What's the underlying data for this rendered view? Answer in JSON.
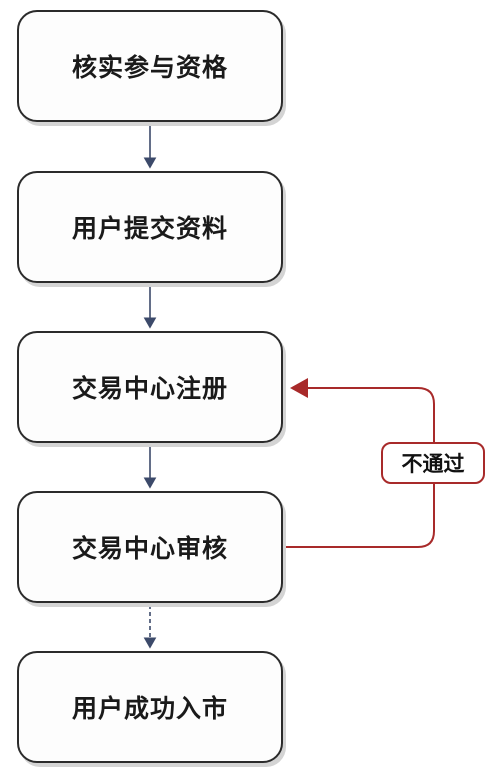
{
  "flow": {
    "steps": [
      {
        "label": "核实参与资格"
      },
      {
        "label": "用户提交资料"
      },
      {
        "label": "交易中心注册"
      },
      {
        "label": "交易中心审核"
      },
      {
        "label": "用户成功入市"
      }
    ],
    "feedback": {
      "label": "不通过",
      "color": "#a82a2a"
    },
    "arrow_color": "#3c4a6a"
  }
}
